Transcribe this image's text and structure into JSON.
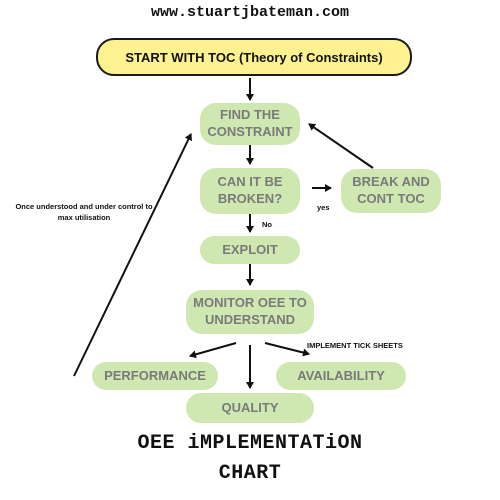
{
  "header": {
    "url": "www.stuartjbateman.com"
  },
  "start": {
    "label": "START WITH TOC (Theory of Constraints)"
  },
  "nodes": {
    "find": "FIND THE CONSTRAINT",
    "broken": "CAN IT BE BROKEN?",
    "break": "BREAK AND CONT TOC",
    "exploit": "EXPLOIT",
    "monitor": "MONITOR OEE TO UNDERSTAND",
    "performance": "PERFORMANCE",
    "availability": "AVAILABILITY",
    "quality": "QUALITY"
  },
  "labels": {
    "no": "No",
    "yes": "yes",
    "tick_sheets": "IMPLEMENT TICK SHEETS",
    "loop_note": "Once understood and under control to max utilisation"
  },
  "title": {
    "line1": "OEE iMPLEMENTATiON",
    "line2": "CHART"
  },
  "colors": {
    "start_fill": "#fdf190",
    "node_fill": "#cfe8b2",
    "node_text": "#7a7a7a",
    "arrow": "#111111"
  }
}
